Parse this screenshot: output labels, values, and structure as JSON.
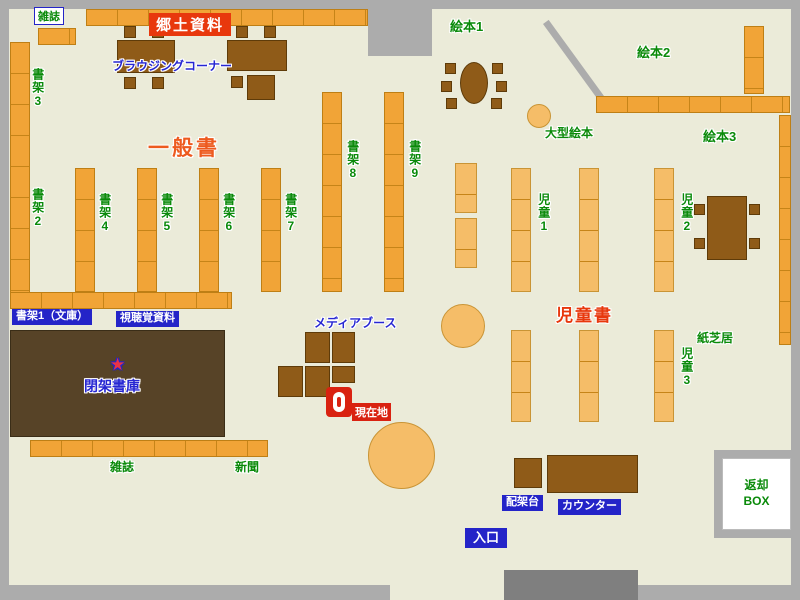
{
  "colors": {
    "floor": "#EBEBD9",
    "wall_gray": "#ACACAC",
    "entrance_mat_gray": "#7F7F7F",
    "shelf_orange": "#F1A437",
    "shelf_light_orange": "#F5BD68",
    "wood_brown": "#8F5B18",
    "closed_stacks_brown": "#574327",
    "label_blue_bg": "#2424C8",
    "banner_red": "#E8380D",
    "text_green": "#0A8A0A",
    "text_blue": "#2626D2",
    "general_books_orange": "#ED5A1F",
    "current_location_red": "#D92211"
  },
  "icons": {
    "star": "★"
  },
  "labels": {
    "magazines_top": "雑誌",
    "local_materials": "郷土資料",
    "browsing_corner": "ブラウジングコーナー",
    "shelf3": "書架3",
    "shelf2": "書架2",
    "general_books": "一般書",
    "shelf4": "書架4",
    "shelf5": "書架5",
    "shelf6": "書架6",
    "shelf7": "書架7",
    "shelf8": "書架8",
    "shelf9": "書架9",
    "ehon1": "絵本1",
    "ehon2": "絵本2",
    "ehon3": "絵本3",
    "large_ehon": "大型絵本",
    "jido1": "児童1",
    "jido2": "児童2",
    "jido3": "児童3",
    "children_books": "児童書",
    "kamishibai": "紙芝居",
    "shelf1_bunko": "書架1（文庫）",
    "audiovisual": "視聴覚資料",
    "media_booth": "メディアブース",
    "closed_stacks": "閉架書庫",
    "current_location": "現在地",
    "magazines_bottom": "雑誌",
    "newspaper": "新聞",
    "haikadai": "配架台",
    "counter": "カウンター",
    "return_box_l1": "返却",
    "return_box_l2": "BOX",
    "entrance": "入口"
  }
}
